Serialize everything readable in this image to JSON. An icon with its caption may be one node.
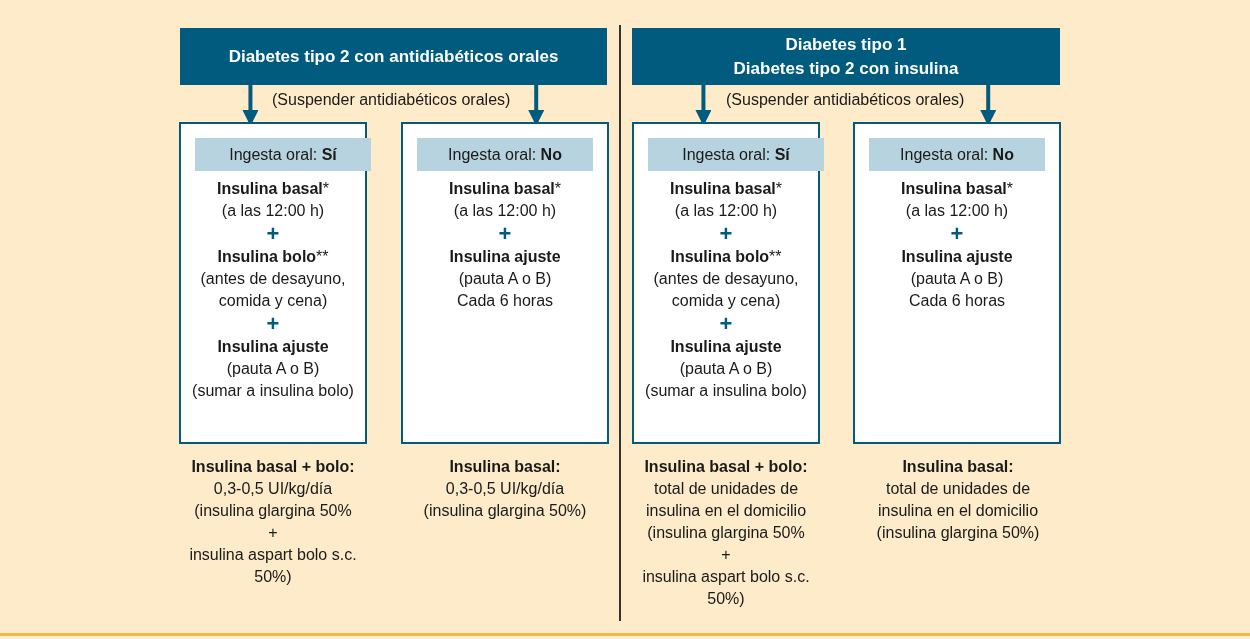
{
  "diagram": {
    "nodes": [
      {
        "text": [
          "Diabetes tipo 2 con antidiabéticos orales"
        ]
      },
      {
        "text": [
          "Diabetes tipo 1",
          "Diabetes tipo 2 con insulina"
        ]
      },
      {
        "text": [
          "**Insulina basal***",
          "(a las 12:00 h)",
          "+",
          "**Insulina bolo****",
          "(antes de desayuno, comida y cena)",
          "+",
          "**Insulina ajuste**",
          "(pauta A o B)",
          "(sumar a insulina bolo)"
        ],
        "beside": [
          "**Insulina basal + bolo:**",
          "0,3-0,5 UI/kg/día",
          "(insulina glargina 50%",
          "+",
          "insulina aspart bolo s.c. 50%)"
        ]
      },
      {
        "text": [
          "Ingesta oral: **Sí**"
        ],
        "in": 2
      },
      {
        "text": [
          "**Insulina basal***",
          "(a las 12:00 h)",
          "+",
          "**Insulina ajuste**",
          "(pauta A o B)",
          "Cada 6 horas"
        ],
        "beside": [
          "**Insulina basal:**",
          "0,3-0,5 UI/kg/día",
          "(insulina glargina 50%)"
        ]
      },
      {
        "text": [
          "Ingesta oral: **No**"
        ],
        "in": 4
      },
      {
        "text": [
          "**Insulina basal***",
          "(a las 12:00 h)",
          "+",
          "**Insulina bolo****",
          "(antes de desayuno, comida y cena)",
          "+",
          "**Insulina ajuste**",
          "(pauta A o B)",
          "(sumar a insulina bolo)"
        ],
        "beside": [
          "**Insulina basal + bolo:**",
          "total de unidades de insulina en el domicilio",
          "(insulina glargina 50%",
          "+",
          "insulina aspart bolo s.c. 50%)"
        ]
      },
      {
        "text": [
          "Ingesta oral: **Sí**"
        ],
        "in": 6
      },
      {
        "text": [
          "**Insulina basal***",
          "(a las 12:00 h)",
          "+",
          "**Insulina ajuste**",
          "(pauta A o B)",
          "Cada 6 horas"
        ],
        "beside": [
          "**Insulina basal:**",
          "total de unidades de insulina en el domicilio",
          "(insulina glargina 50%)"
        ]
      },
      {
        "text": [
          "Ingesta oral: **No**"
        ],
        "in": 8
      }
    ],
    "edges": [
      {
        "from": 0,
        "to": 2,
        "arrow": "to"
      },
      {
        "from": 0,
        "to": 4,
        "arrow": "to"
      },
      {
        "from": 1,
        "to": 6,
        "arrow": "to"
      },
      {
        "from": 1,
        "to": 8,
        "arrow": "to"
      }
    ],
    "labels": [
      "(Suspender antidiabéticos orales)",
      "(Suspender antidiabéticos orales)"
    ]
  }
}
